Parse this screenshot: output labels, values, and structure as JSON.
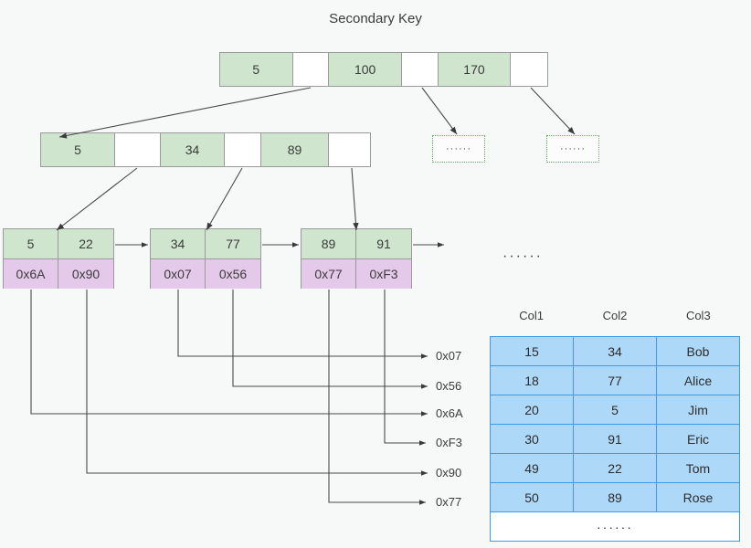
{
  "title": "Secondary Key",
  "tree": {
    "root": {
      "cells": [
        {
          "type": "key",
          "text": "5"
        },
        {
          "type": "ptr",
          "text": ""
        },
        {
          "type": "key",
          "text": "100"
        },
        {
          "type": "ptr",
          "text": ""
        },
        {
          "type": "key",
          "text": "170"
        },
        {
          "type": "ptr",
          "text": ""
        }
      ]
    },
    "internal": {
      "cells": [
        {
          "type": "key",
          "text": "5"
        },
        {
          "type": "ptr",
          "text": ""
        },
        {
          "type": "key",
          "text": "34"
        },
        {
          "type": "ptr",
          "text": ""
        },
        {
          "type": "key",
          "text": "89"
        },
        {
          "type": "ptr",
          "text": ""
        }
      ]
    },
    "placeholders": [
      {
        "text": "······"
      },
      {
        "text": "······"
      }
    ],
    "leaves": [
      {
        "keys": [
          "5",
          "22"
        ],
        "addrs": [
          "0x6A",
          "0x90"
        ]
      },
      {
        "keys": [
          "34",
          "77"
        ],
        "addrs": [
          "0x07",
          "0x56"
        ]
      },
      {
        "keys": [
          "89",
          "91"
        ],
        "addrs": [
          "0x77",
          "0xF3"
        ]
      }
    ],
    "leaf_tail_ellipsis": "······"
  },
  "pointer_labels": [
    {
      "text": "0x07"
    },
    {
      "text": "0x56"
    },
    {
      "text": "0x6A"
    },
    {
      "text": "0xF3"
    },
    {
      "text": "0x90"
    },
    {
      "text": "0x77"
    }
  ],
  "table": {
    "headers": [
      "Col1",
      "Col2",
      "Col3"
    ],
    "rows": [
      [
        "15",
        "34",
        "Bob"
      ],
      [
        "18",
        "77",
        "Alice"
      ],
      [
        "20",
        "5",
        "Jim"
      ],
      [
        "30",
        "91",
        "Eric"
      ],
      [
        "49",
        "22",
        "Tom"
      ],
      [
        "50",
        "89",
        "Rose"
      ]
    ],
    "tail": "······"
  },
  "colors": {
    "key_fill": "#cfe5ce",
    "addr_fill": "#e5c9ea",
    "node_border": "#9a9a9a",
    "table_fill": "#aed8f7",
    "table_border": "#3d9ae8",
    "dotted_border": "#67b267",
    "background": "#f7f8f8"
  }
}
